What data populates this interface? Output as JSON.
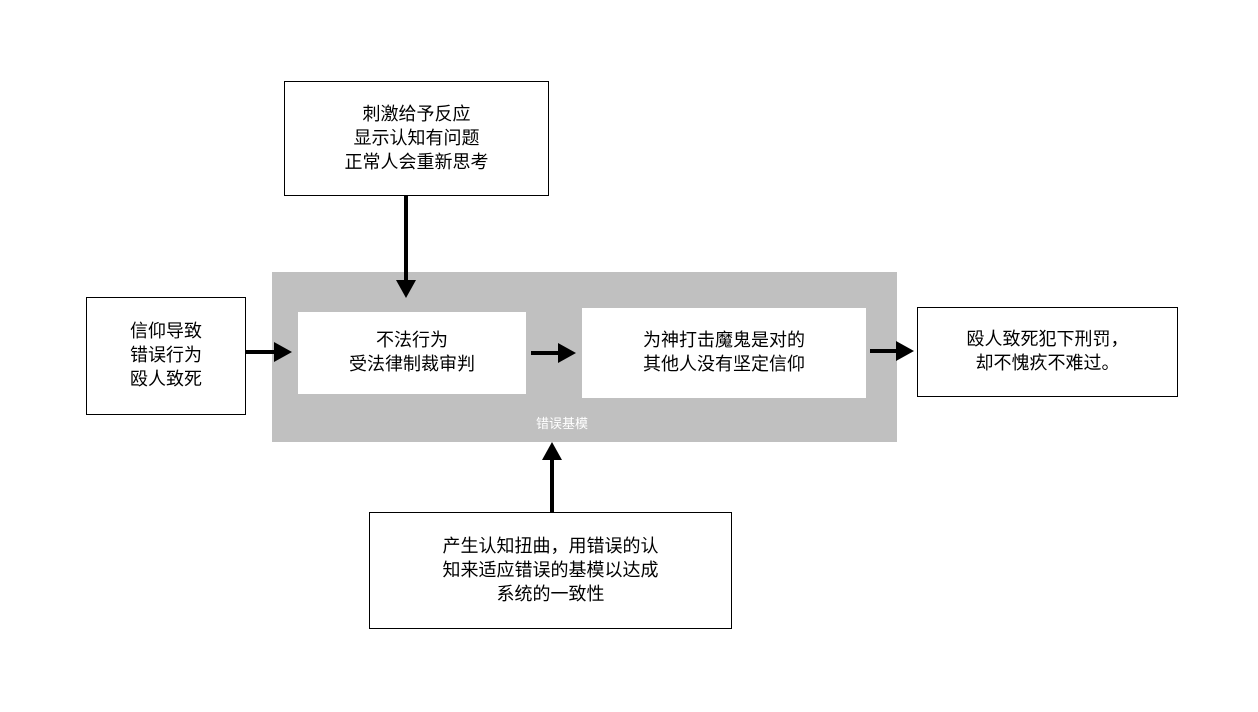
{
  "nodes": {
    "stimulus": {
      "lines": [
        "刺激给予反应",
        "显示认知有问题",
        "正常人会重新思考"
      ]
    },
    "belief": {
      "lines": [
        "信仰导致",
        "错误行为",
        "殴人致死"
      ]
    },
    "illegal": {
      "lines": [
        "不法行为",
        "受法律制裁审判"
      ]
    },
    "righteous": {
      "lines": [
        "为神打击魔鬼是对的",
        "其他人没有坚定信仰"
      ]
    },
    "outcome": {
      "lines": [
        "殴人致死犯下刑罚，",
        "却不愧疚不难过。"
      ]
    },
    "distortion": {
      "lines": [
        "产生认知扭曲，用错误的认",
        "知来适应错误的基模以达成",
        "系统的一致性"
      ]
    }
  },
  "panel": {
    "label": "错误基模"
  }
}
